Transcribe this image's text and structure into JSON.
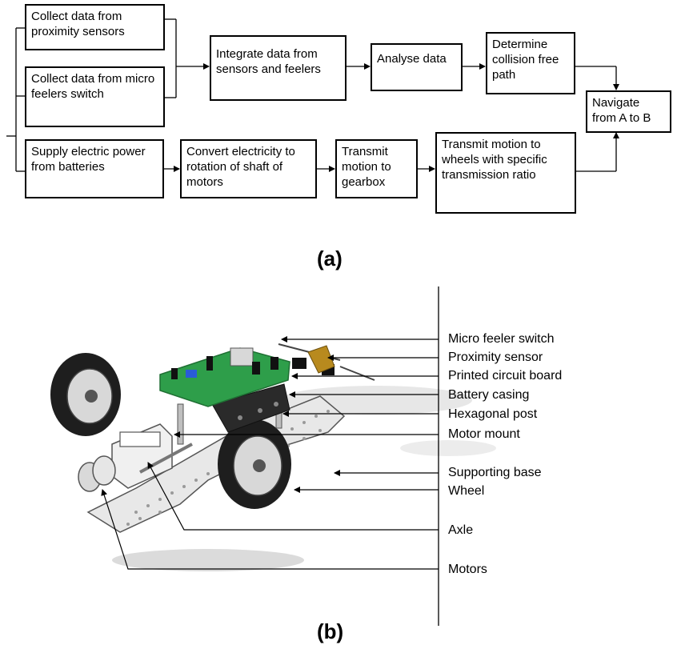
{
  "flowchart": {
    "collect_proximity": "Collect data from proximity sensors",
    "collect_feelers": "Collect data from micro feelers switch",
    "supply_power": "Supply electric power from batteries",
    "integrate": "Integrate data from sensors and feelers",
    "analyse": "Analyse data",
    "determine_path": "Determine collision free path",
    "navigate": "Navigate from A to B",
    "convert": "Convert electricity to rotation of shaft of motors",
    "transmit_gearbox": "Transmit motion to gearbox",
    "transmit_wheels": "Transmit motion to wheels with specific transmission ratio"
  },
  "captions": {
    "a": "(a)",
    "b": "(b)"
  },
  "parts": [
    "Micro feeler switch",
    "Proximity sensor",
    "Printed circuit board",
    "Battery casing",
    "Hexagonal post",
    "Motor mount",
    "Supporting base",
    "Wheel",
    "Axle",
    "Motors"
  ],
  "colors": {
    "pcb": "#2e9e4a",
    "pcb_dark": "#1f6f33",
    "base": "#e6e6e6",
    "tire": "#1e1e1e",
    "rim": "#d8d8d8",
    "sensor_tab": "#b88a1e"
  }
}
